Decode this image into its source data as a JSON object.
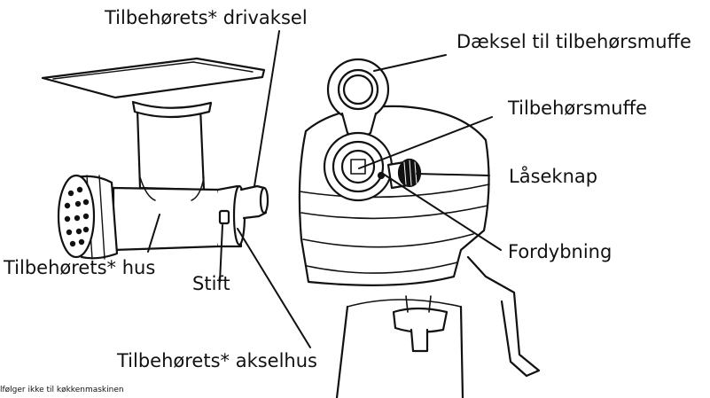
{
  "labels": {
    "drive_shaft": "Tilbehørets* drivaksel",
    "hub_cover": "Dæksel til tilbehørsmuffe",
    "hub": "Tilbehørsmuffe",
    "lock_knob": "Låseknap",
    "notch": "Fordybning",
    "housing": "Tilbehørets* hus",
    "pin": "Stift",
    "shaft_housing": "Tilbehørets* akselhus"
  },
  "footnote": "lfølger ikke til køkkenmaskinen"
}
